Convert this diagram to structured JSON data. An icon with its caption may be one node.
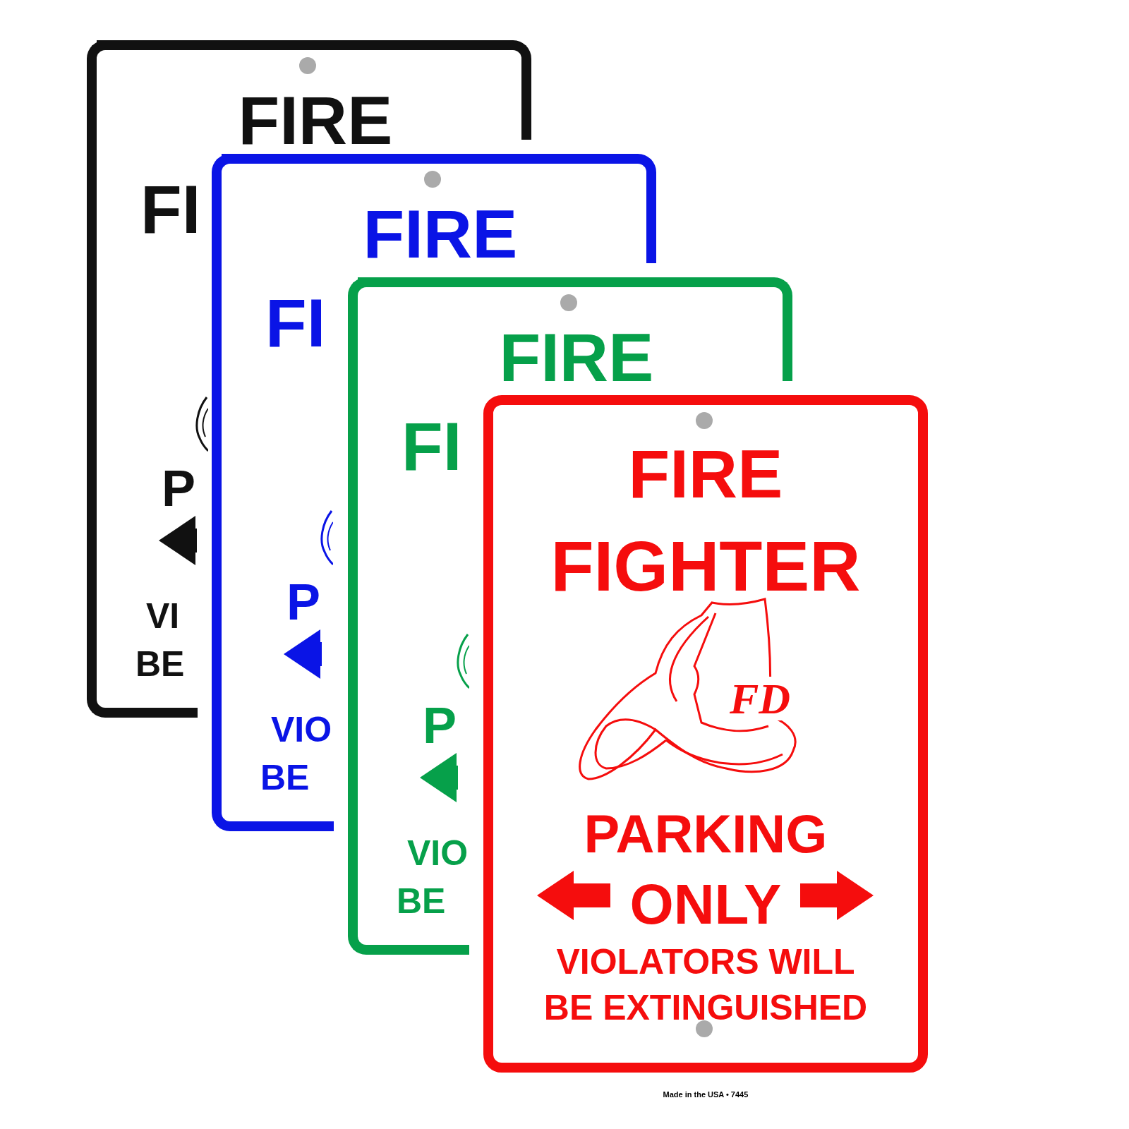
{
  "diagram": {
    "nodes": [
      {
        "text": [
          "FIRE",
          "FI",
          "P",
          "VI",
          "BE"
        ]
      },
      {
        "text": [
          "FIRE",
          "FI",
          "P",
          "VIO",
          "BE"
        ]
      },
      {
        "text": [
          "FIRE",
          "FI",
          "P",
          "VIO",
          "BE"
        ]
      },
      {
        "text": [
          "FIRE",
          "FIGHTER",
          "FD",
          "PARKING",
          "ONLY",
          "VIOLATORS WILL BE EXTINGUISHED"
        ]
      }
    ],
    "labels": [
      "Made in the USA • 7445"
    ]
  }
}
